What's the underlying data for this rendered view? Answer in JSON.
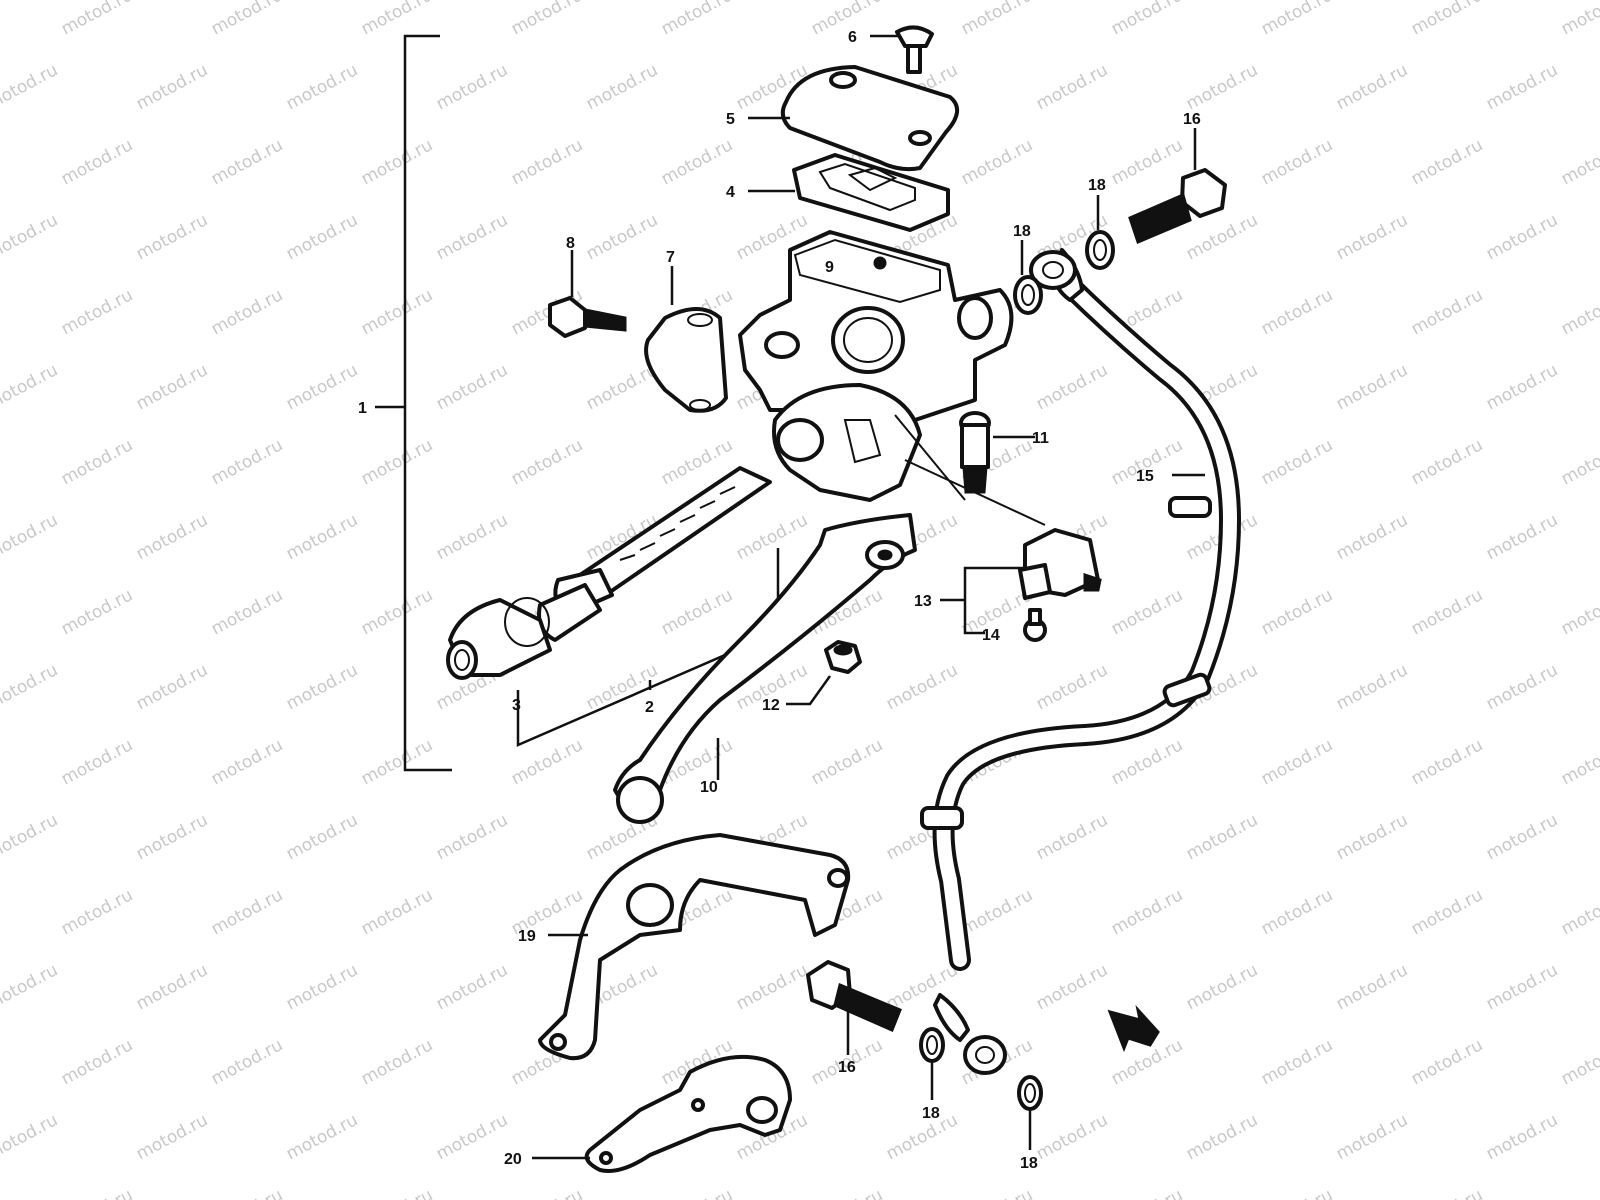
{
  "watermark": {
    "text": "motod.ru"
  },
  "callouts": [
    {
      "id": "1",
      "text": "1"
    },
    {
      "id": "2",
      "text": "2"
    },
    {
      "id": "3",
      "text": "3"
    },
    {
      "id": "4",
      "text": "4"
    },
    {
      "id": "5",
      "text": "5"
    },
    {
      "id": "6",
      "text": "6"
    },
    {
      "id": "7",
      "text": "7"
    },
    {
      "id": "8",
      "text": "8"
    },
    {
      "id": "9",
      "text": "9"
    },
    {
      "id": "10",
      "text": "10"
    },
    {
      "id": "11",
      "text": "11"
    },
    {
      "id": "12",
      "text": "12"
    },
    {
      "id": "13",
      "text": "13"
    },
    {
      "id": "14",
      "text": "14"
    },
    {
      "id": "15",
      "text": "15"
    },
    {
      "id": "16a",
      "text": "16"
    },
    {
      "id": "16b",
      "text": "16"
    },
    {
      "id": "18a",
      "text": "18"
    },
    {
      "id": "18b",
      "text": "18"
    },
    {
      "id": "18c",
      "text": "18"
    },
    {
      "id": "18d",
      "text": "18"
    },
    {
      "id": "19",
      "text": "19"
    },
    {
      "id": "20",
      "text": "20"
    }
  ]
}
